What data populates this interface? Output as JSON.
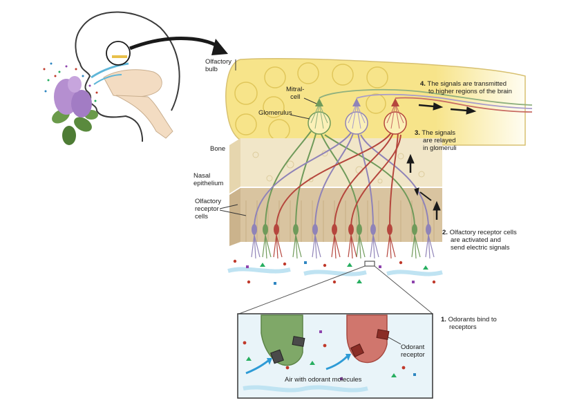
{
  "labels": {
    "olfactory_bulb": [
      "Olfactory",
      "bulb"
    ],
    "mitral_cell": [
      "Mitral-",
      "cell"
    ],
    "glomerulus": "Glomerulus",
    "bone": "Bone",
    "nasal_epithelium": [
      "Nasal",
      "epithelium"
    ],
    "olfactory_receptor_cells": [
      "Olfactory",
      "receptor",
      "cells"
    ],
    "odorant_receptor": [
      "Odorant",
      "receptor"
    ],
    "air_with_odorant": "Air with odorant molecules"
  },
  "steps": [
    {
      "num": "1.",
      "lines": [
        "Odorants bind to",
        "receptors"
      ]
    },
    {
      "num": "2.",
      "lines": [
        "Olfactory receptor cells",
        "are activated and",
        "send electric signals"
      ]
    },
    {
      "num": "3.",
      "lines": [
        "The signals",
        "are relayed",
        "in glomeruli"
      ]
    },
    {
      "num": "4.",
      "lines": [
        "The signals are transmitted",
        "to higher regions of the brain"
      ]
    }
  ],
  "colors": {
    "bulb": "#f7e48a",
    "bone": "#f1e6c8",
    "epithelium": "#d9c4a0",
    "receptor_green": "#6f9a5a",
    "receptor_red": "#b5463d",
    "receptor_purple": "#8f83b8",
    "air": "#bfe3f2",
    "flower": "#b58fd0"
  }
}
